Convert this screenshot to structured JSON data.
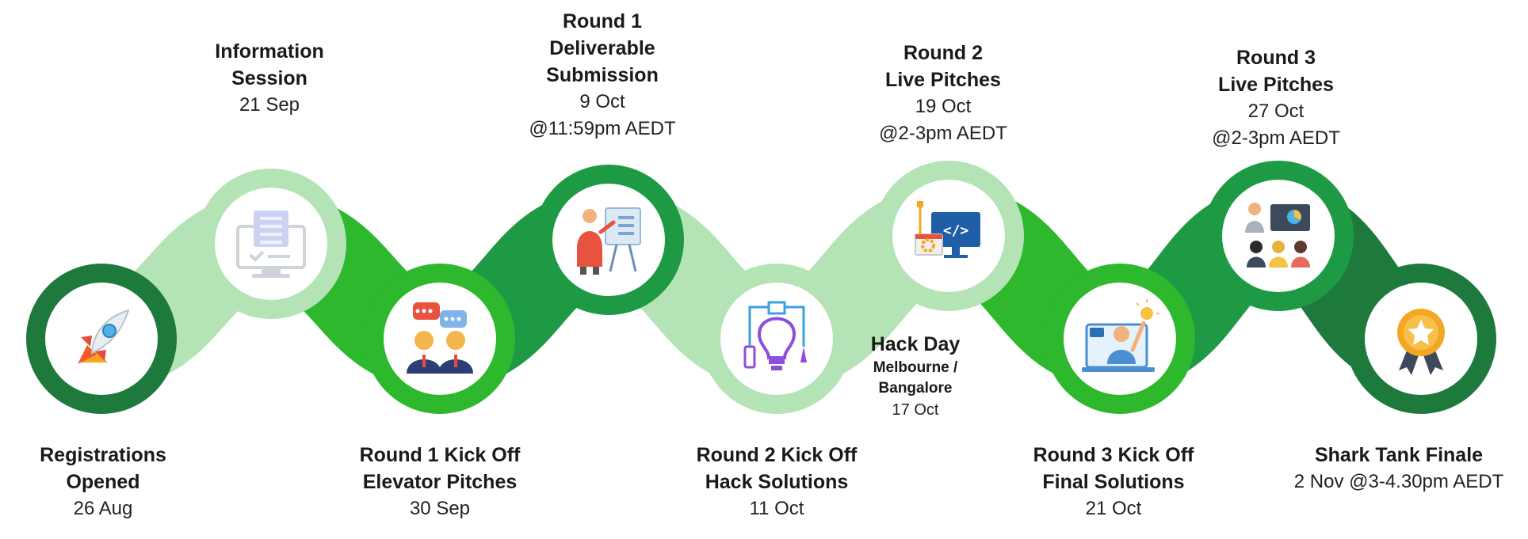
{
  "colors": {
    "dark_green": "#1e7a3c",
    "bright_green": "#2db82d",
    "mid_green": "#1f9a44",
    "light_green": "#b4e3b6",
    "inner_white": "#ffffff"
  },
  "milestones": [
    {
      "id": "registrations",
      "title": "Registrations\nOpened",
      "date": "26 Aug",
      "icon": "rocket-icon",
      "ring": "dark_green"
    },
    {
      "id": "information-session",
      "title": "Information\nSession",
      "date": "21 Sep",
      "icon": "monitor-checklist-icon",
      "ring": "light_green"
    },
    {
      "id": "round1-kickoff",
      "title": "Round 1 Kick Off\nElevator Pitches",
      "date": "30 Sep",
      "icon": "chat-people-icon",
      "ring": "bright_green"
    },
    {
      "id": "round1-deliverable",
      "title": "Round 1\nDeliverable\nSubmission",
      "date": "9 Oct\n@11:59pm AEDT",
      "icon": "presenter-board-icon",
      "ring": "mid_green"
    },
    {
      "id": "round2-kickoff",
      "title": "Round 2 Kick Off\nHack Solutions",
      "date": "11 Oct",
      "icon": "lightbulb-circuit-icon",
      "ring": "light_green"
    },
    {
      "id": "round2-live",
      "title": "Round 2\nLive Pitches",
      "date": "19 Oct\n@2-3pm AEDT",
      "icon": "code-monitor-icon",
      "ring": "light_green"
    },
    {
      "id": "round3-kickoff",
      "title": "Round 3 Kick Off\nFinal Solutions",
      "date": "21 Oct",
      "icon": "video-presenter-icon",
      "ring": "bright_green"
    },
    {
      "id": "round3-live",
      "title": "Round 3\nLive Pitches",
      "date": "27 Oct\n@2-3pm AEDT",
      "icon": "team-meeting-icon",
      "ring": "mid_green"
    },
    {
      "id": "shark-tank",
      "title": "Shark Tank Finale",
      "date": "2 Nov @3-4.30pm AEDT",
      "icon": "award-medal-icon",
      "ring": "dark_green"
    }
  ],
  "hack_day": {
    "title": "Hack Day",
    "location": "Melbourne /\nBangalore",
    "date": "17 Oct"
  }
}
